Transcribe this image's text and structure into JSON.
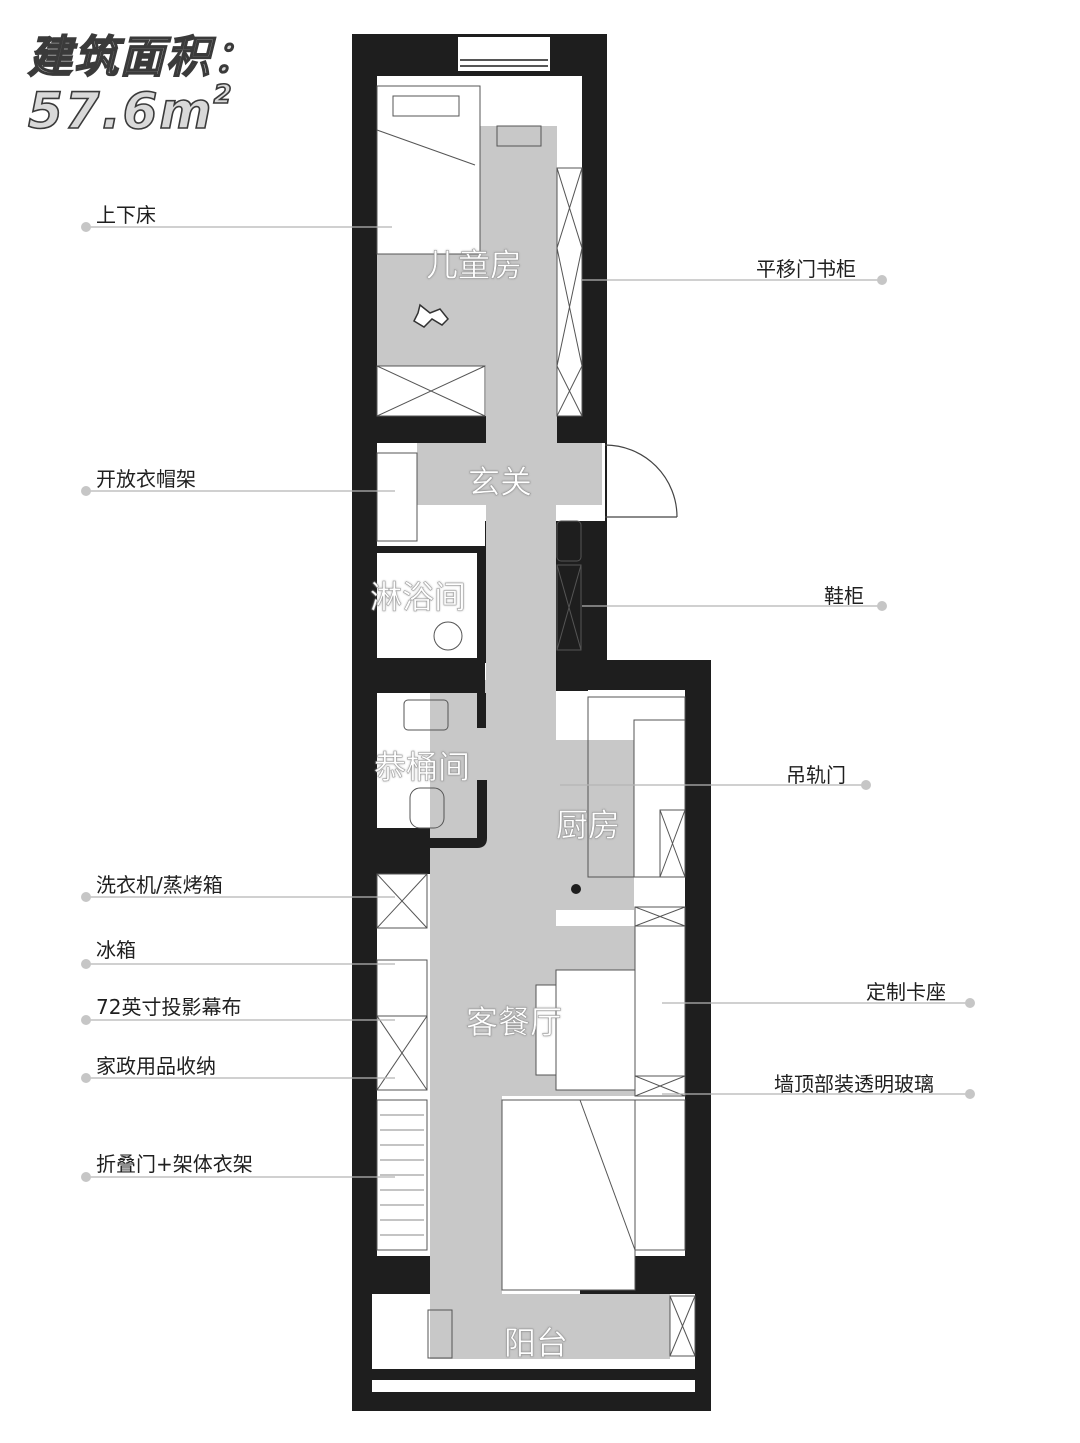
{
  "title": {
    "area_label": "建筑面积：",
    "area_value": "57.6m",
    "area_unit_sup": "2"
  },
  "rooms": {
    "kids_room": "儿童房",
    "entrance": "玄关",
    "shower": "淋浴间",
    "toilet": "恭桶间",
    "kitchen": "厨房",
    "living_dining": "客餐厅",
    "balcony": "阳台"
  },
  "annotations": {
    "left": [
      "上下床",
      "开放衣帽架",
      "洗衣机/蒸烤箱",
      "冰箱",
      "72英寸投影幕布",
      "家政用品收纳",
      "折叠门+架体衣架"
    ],
    "right": [
      "平移门书柜",
      "鞋柜",
      "吊轨门",
      "定制卡座",
      "墙顶部装透明玻璃"
    ]
  },
  "colors": {
    "wall": "#1e1e1e",
    "floor_gray": "#c8c8c8",
    "leader_line": "#b4b4b4",
    "dot": "#c6c6c6"
  }
}
